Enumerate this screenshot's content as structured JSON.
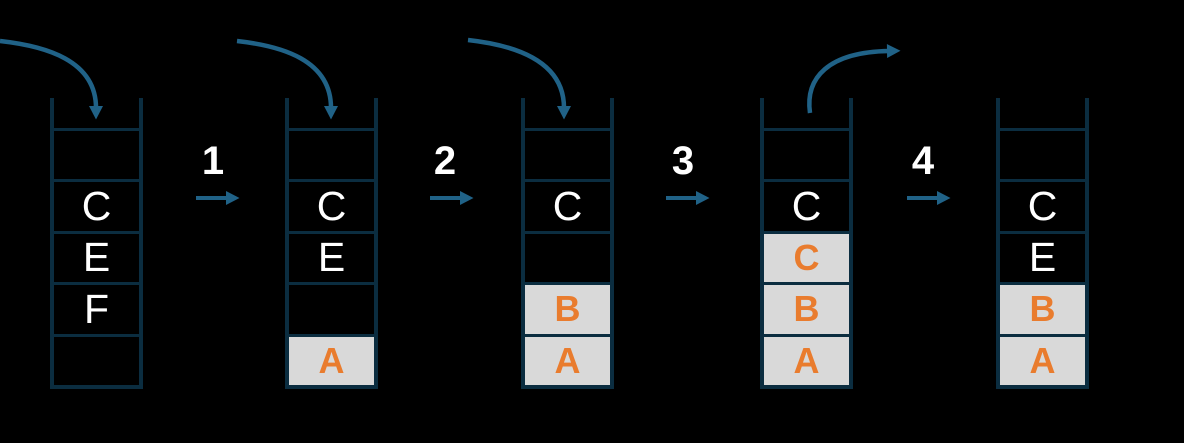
{
  "colors": {
    "background": "#000000",
    "wall": "#0B2D40",
    "arrow": "#206287",
    "text": "#FFFFFF",
    "highlight_bg": "#D9D9D9",
    "highlight_text": "#E97C2E"
  },
  "icons": {
    "push_arrow": "curved-arrow-down-into-stack",
    "pop_arrow": "curved-arrow-up-out-of-stack",
    "step_arrow": "right-arrow"
  },
  "steps": [
    {
      "label": "1"
    },
    {
      "label": "2"
    },
    {
      "label": "3"
    },
    {
      "label": "4"
    }
  ],
  "stacks": [
    {
      "name": "stack-initial",
      "cells": [
        {
          "text": "",
          "highlight": false
        },
        {
          "text": "C",
          "highlight": false
        },
        {
          "text": "E",
          "highlight": false
        },
        {
          "text": "F",
          "highlight": false
        },
        {
          "text": "",
          "highlight": false
        }
      ]
    },
    {
      "name": "stack-after-step-1",
      "cells": [
        {
          "text": "",
          "highlight": false
        },
        {
          "text": "C",
          "highlight": false
        },
        {
          "text": "E",
          "highlight": false
        },
        {
          "text": "",
          "highlight": false
        },
        {
          "text": "A",
          "highlight": true
        }
      ]
    },
    {
      "name": "stack-after-step-2",
      "cells": [
        {
          "text": "",
          "highlight": false
        },
        {
          "text": "C",
          "highlight": false
        },
        {
          "text": "",
          "highlight": false
        },
        {
          "text": "B",
          "highlight": true
        },
        {
          "text": "A",
          "highlight": true
        }
      ]
    },
    {
      "name": "stack-after-step-3",
      "cells": [
        {
          "text": "",
          "highlight": false
        },
        {
          "text": "C",
          "highlight": false
        },
        {
          "text": "C",
          "highlight": true
        },
        {
          "text": "B",
          "highlight": true
        },
        {
          "text": "A",
          "highlight": true
        }
      ]
    },
    {
      "name": "stack-after-step-4",
      "cells": [
        {
          "text": "",
          "highlight": false
        },
        {
          "text": "C",
          "highlight": false
        },
        {
          "text": "E",
          "highlight": false
        },
        {
          "text": "B",
          "highlight": true
        },
        {
          "text": "A",
          "highlight": true
        }
      ]
    }
  ]
}
